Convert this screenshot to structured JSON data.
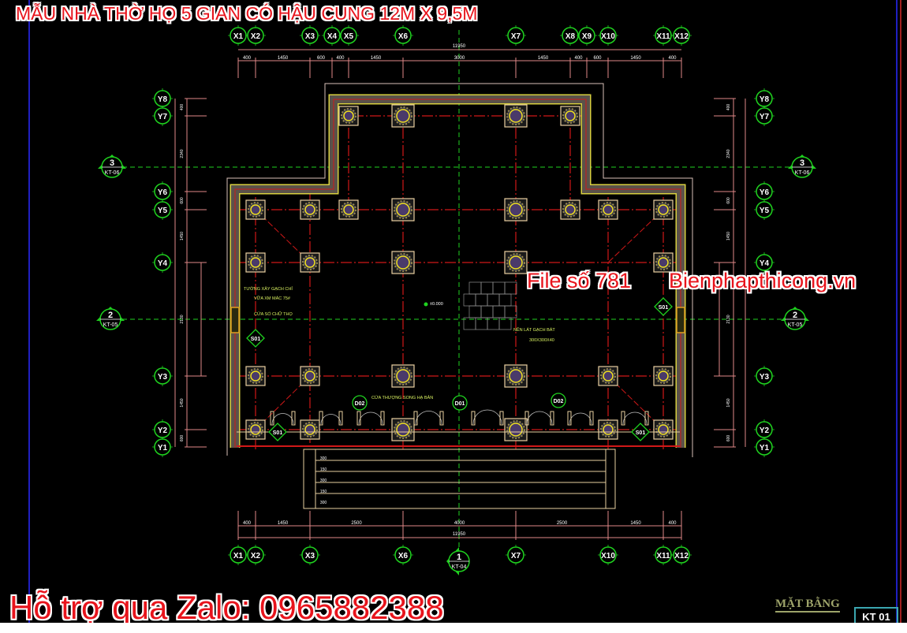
{
  "title": "MẪU NHÀ THỜ HỌ 5 GIAN CÓ HẬU CUNG 12M X 9,5M",
  "watermarks": {
    "file_no": "File số 781",
    "site": "Bienphapthicong.vn",
    "support": "Hỗ trợ qua Zalo: 0965882388"
  },
  "sheet": {
    "name": "MẶT BẰNG",
    "number": "KT 01"
  },
  "grid_x_top": [
    "X1",
    "X2",
    "X3",
    "X4",
    "X5",
    "X6",
    "X7",
    "X8",
    "X9",
    "X10",
    "X11",
    "X12"
  ],
  "grid_x_bottom": [
    "X1",
    "X2",
    "X3",
    "X6",
    "X7",
    "X10",
    "X11",
    "X12"
  ],
  "grid_y": [
    "Y8",
    "Y7",
    "Y6",
    "Y5",
    "Y4",
    "Y3",
    "Y2",
    "Y1"
  ],
  "sections": [
    {
      "num": "3",
      "ref": "KT-06"
    },
    {
      "num": "2",
      "ref": "KT-05"
    },
    {
      "num": "1",
      "ref": "KT-04"
    }
  ],
  "dims": {
    "top_parts": [
      "400",
      "1450",
      "600",
      "400",
      "1450",
      "3000",
      "1450",
      "400",
      "600",
      "1450",
      "400"
    ],
    "top_total": "11950",
    "bottom_parts": [
      "400",
      "1450",
      "2500",
      "4000",
      "2500",
      "1450",
      "400"
    ],
    "bottom_total": "11950",
    "side_parts": [
      "400",
      "2340",
      "600",
      "1450",
      "2130",
      "1450",
      "600"
    ],
    "stair_dims": [
      "300",
      "150",
      "300",
      "150",
      "300"
    ]
  },
  "annotations": {
    "wall1": "TƯỜNG XÂY GẠCH CHỈ",
    "wall2": "VỮA XM MÁC 75#",
    "window": "CỬA SỔ CHỮ THỌ",
    "level": "±0.000",
    "floor1": "NỀN LÁT GẠCH BÁT",
    "floor2": "300X300X40",
    "door": "CỬA THƯỢNG SONG HẠ BẢN"
  },
  "tags": {
    "s01": "S01",
    "d01": "D01",
    "d02": "D02"
  },
  "colors": {
    "background": "#000000",
    "grid": "#d01818",
    "section": "#1fd21f",
    "wall": "#5a524a",
    "wall_edge": "#d8d040",
    "dimension": "#e08888",
    "watermark": "#e8141c"
  }
}
